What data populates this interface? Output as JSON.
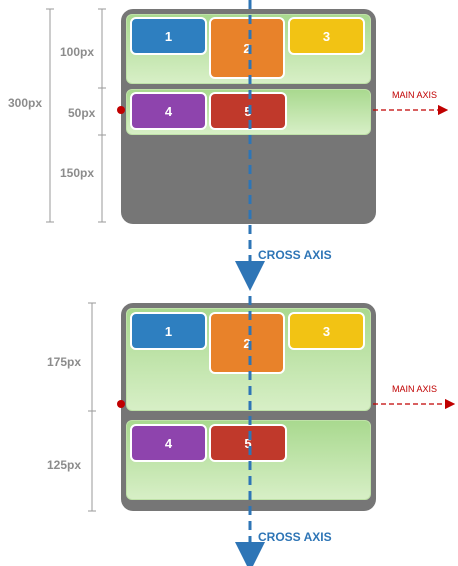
{
  "colors": {
    "item_1": "#2e7fc0",
    "item_2": "#e8822a",
    "item_3": "#f2c314",
    "item_4": "#8e44ad",
    "item_5": "#c0392b",
    "container": "#767676",
    "cross_axis": "#2e75b6",
    "main_axis": "#c00000",
    "line_bg": "#b9e2a0"
  },
  "diagram_top": {
    "total_label": "300px",
    "line1_label": "100px",
    "line2_label": "50px",
    "remaining_label": "150px",
    "items": [
      "1",
      "2",
      "3",
      "4",
      "5"
    ],
    "main_axis_label": "MAIN AXIS",
    "cross_axis_label": "CROSS AXIS"
  },
  "diagram_bottom": {
    "line1_label": "175px",
    "line2_label": "125px",
    "items": [
      "1",
      "2",
      "3",
      "4",
      "5"
    ],
    "main_axis_label": "MAIN AXIS",
    "cross_axis_label": "CROSS AXIS"
  }
}
